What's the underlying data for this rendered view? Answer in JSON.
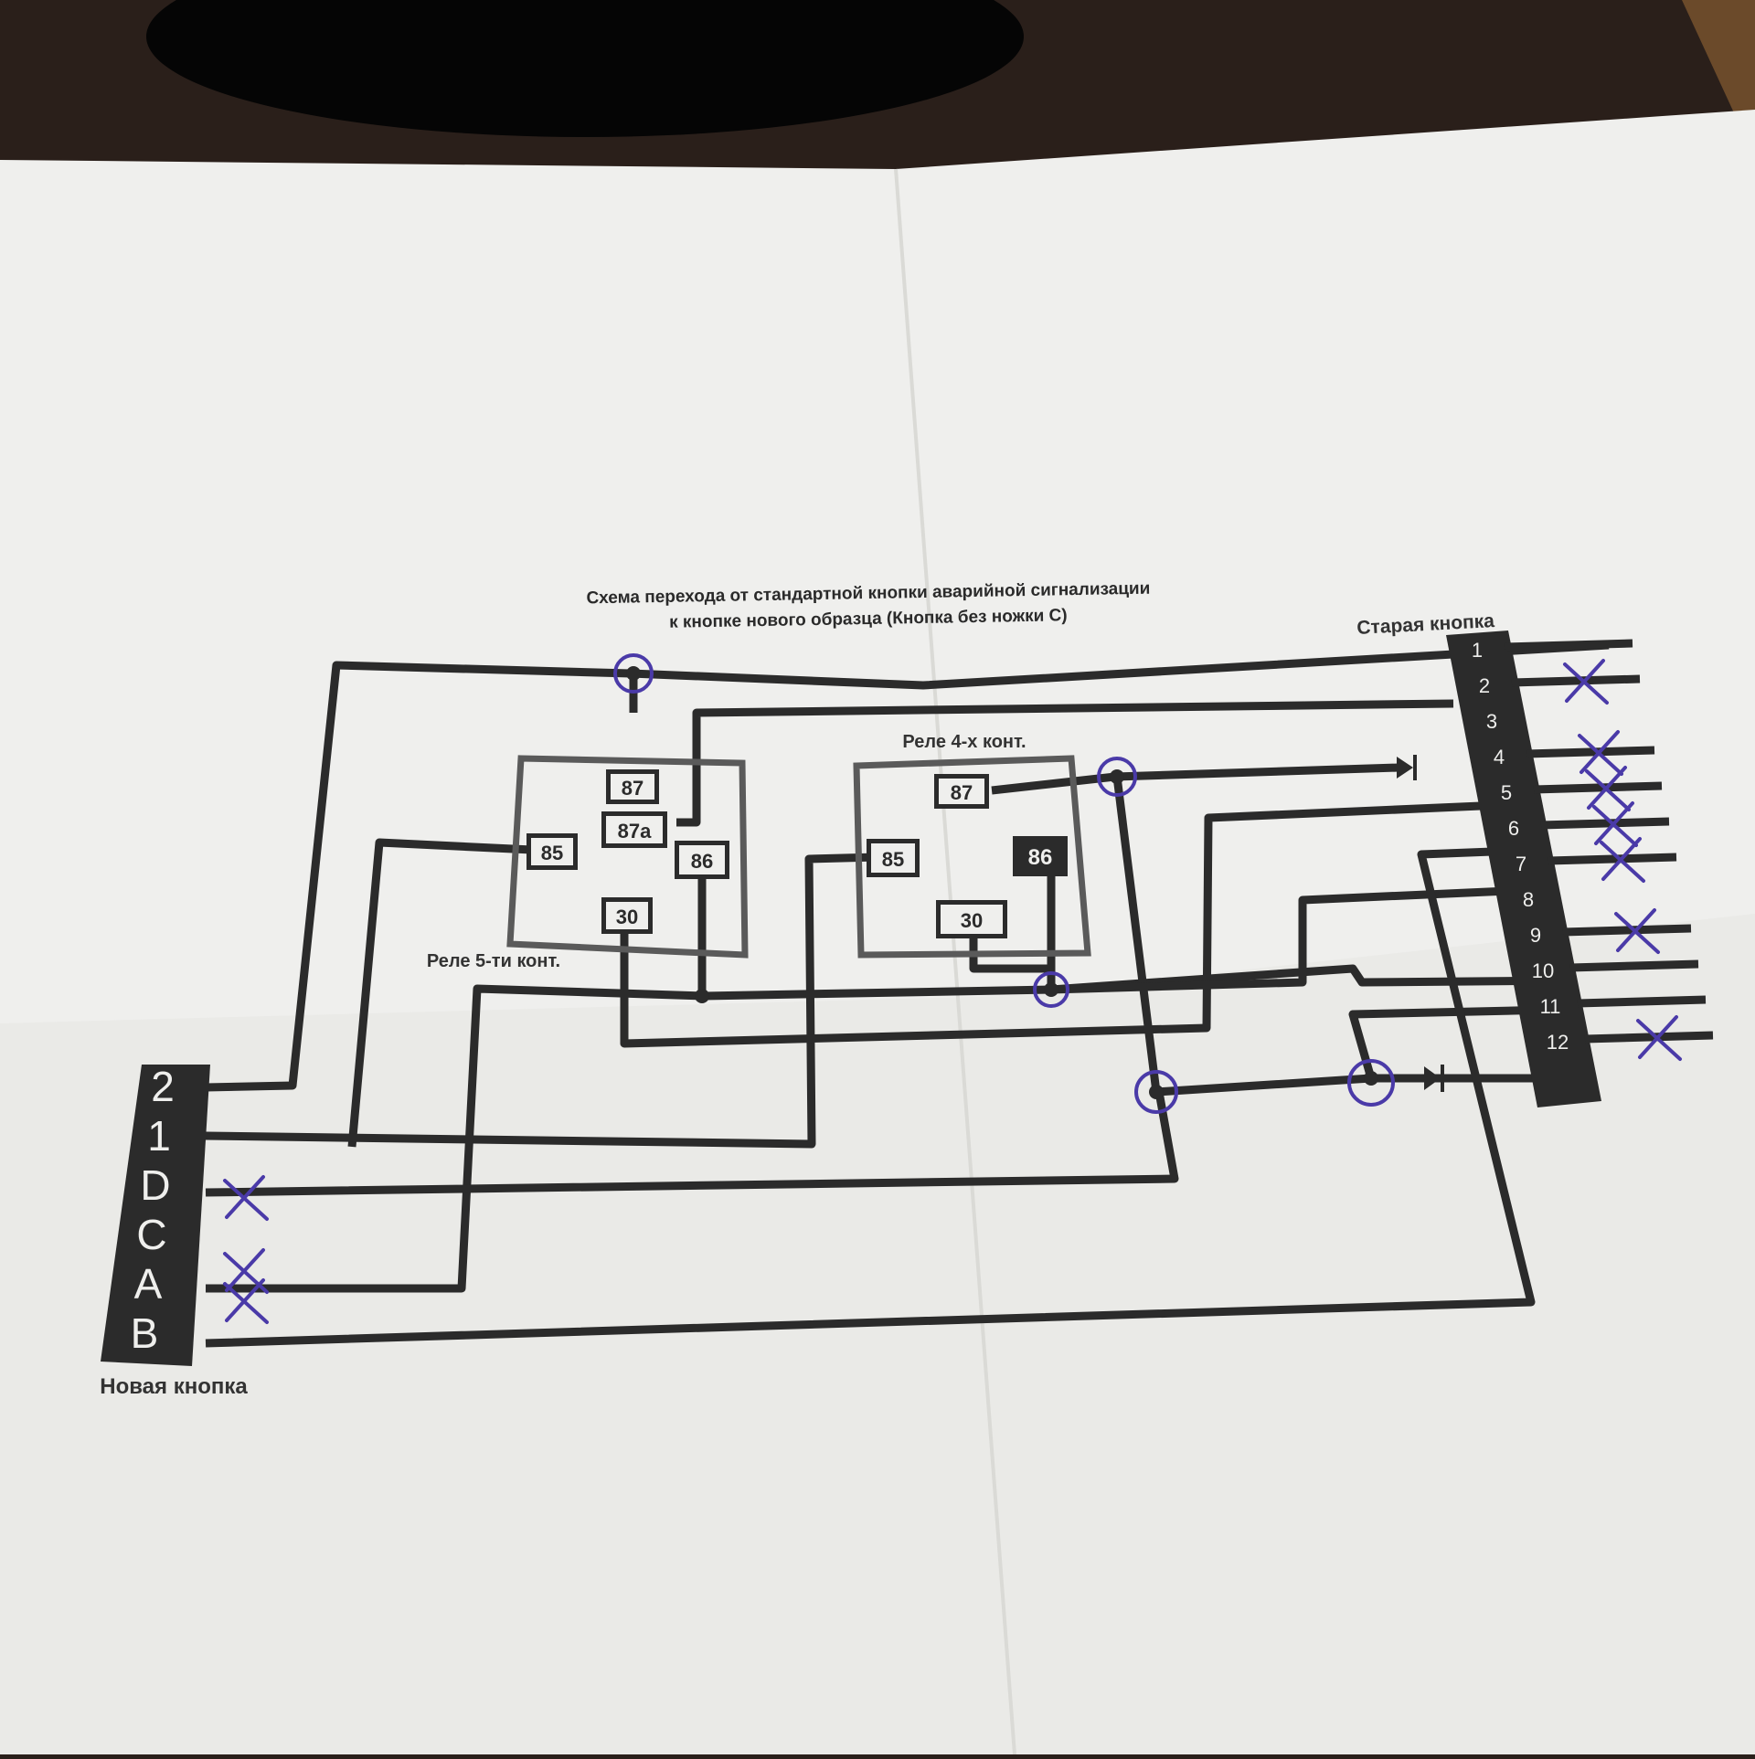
{
  "diagram": {
    "title_line1": "Схема перехода от стандартной кнопки аварийной сигнализации",
    "title_line2": "к кнопке нового образца (Кнопка без ножки С)",
    "old_button": {
      "label": "Старая кнопка",
      "pins": [
        "1",
        "2",
        "3",
        "4",
        "5",
        "6",
        "7",
        "8",
        "9",
        "10",
        "11",
        "12"
      ]
    },
    "new_button": {
      "label": "Новая кнопка",
      "pins": [
        "2",
        "1",
        "D",
        "C",
        "A",
        "B"
      ]
    },
    "relay5": {
      "label": "Реле 5-ти конт.",
      "terminals": {
        "t87": "87",
        "t87a": "87a",
        "t85": "85",
        "t86": "86",
        "t30": "30"
      }
    },
    "relay4": {
      "label": "Реле 4-х конт.",
      "terminals": {
        "t87": "87",
        "t85": "85",
        "t86": "86",
        "t30": "30"
      }
    },
    "marked_old_pins": [
      "2",
      "4",
      "5",
      "6",
      "7",
      "9",
      "12"
    ],
    "marked_new_pins": [
      "D",
      "C",
      "A"
    ],
    "colors": {
      "paper": "#efefed",
      "ink": "#2b2b2b",
      "pen": "#4a3aa8",
      "desk": "#2a1f1a"
    }
  }
}
